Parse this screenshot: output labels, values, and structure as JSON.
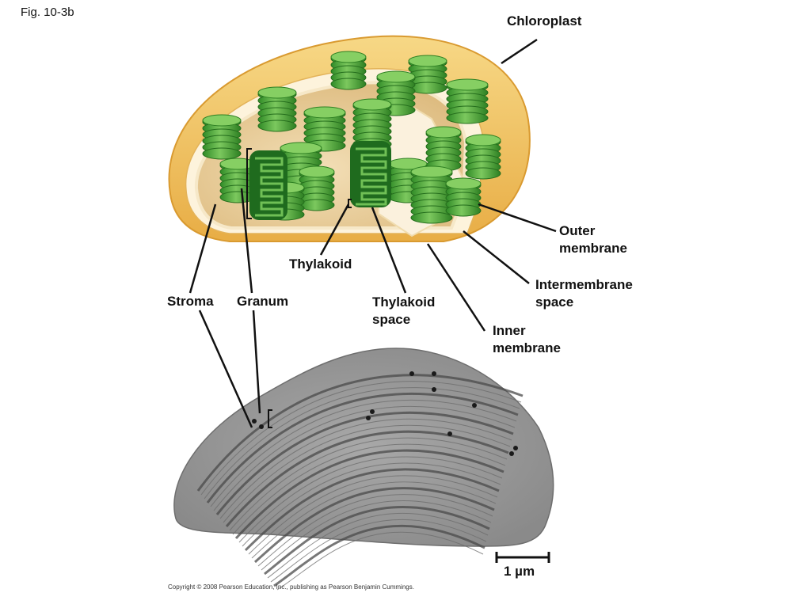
{
  "figure_id": "Fig. 10-3b",
  "labels": {
    "chloroplast": "Chloroplast",
    "outer_membrane": [
      "Outer",
      "membrane"
    ],
    "intermembrane_space": [
      "Intermembrane",
      "space"
    ],
    "inner_membrane": [
      "Inner",
      "membrane"
    ],
    "thylakoid": "Thylakoid",
    "stroma": "Stroma",
    "granum": "Granum",
    "thylakoid_space": [
      "Thylakoid",
      "space"
    ]
  },
  "scale_bar": "1 µm",
  "copyright": "Copyright © 2008 Pearson Education, Inc., publishing as Pearson Benjamin Cummings.",
  "colors": {
    "outer_envelope": "#f2c768",
    "envelope_edge": "#e0a63a",
    "stroma": "#e9cf9d",
    "grana_green": "#4fa83a",
    "grana_dark": "#1f6b1e",
    "micrograph_gray": "#9a9a9a"
  }
}
